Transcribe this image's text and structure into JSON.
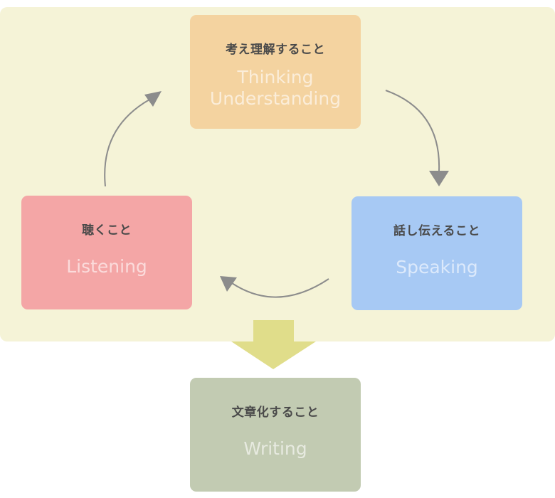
{
  "nodes": {
    "thinking": {
      "jp": "考え理解すること",
      "en_lines": [
        "Thinking",
        "Understanding"
      ]
    },
    "listening": {
      "jp": "聴くこと",
      "en": "Listening"
    },
    "speaking": {
      "jp": "話し伝えること",
      "en": "Speaking"
    },
    "writing": {
      "jp": "文章化すること",
      "en": "Writing"
    }
  },
  "colors": {
    "cycle_background": "#f5f3d7",
    "thinking": "#f4d3a0",
    "listening": "#f4a6a6",
    "speaking": "#a7c9f4",
    "writing": "#c2cbb2",
    "cycle_arrow": "#8c8c8c",
    "down_arrow": "#e0dd8a"
  },
  "edges": [
    {
      "from": "thinking",
      "to": "speaking"
    },
    {
      "from": "speaking",
      "to": "listening"
    },
    {
      "from": "listening",
      "to": "thinking"
    },
    {
      "from": "cycle",
      "to": "writing"
    }
  ]
}
